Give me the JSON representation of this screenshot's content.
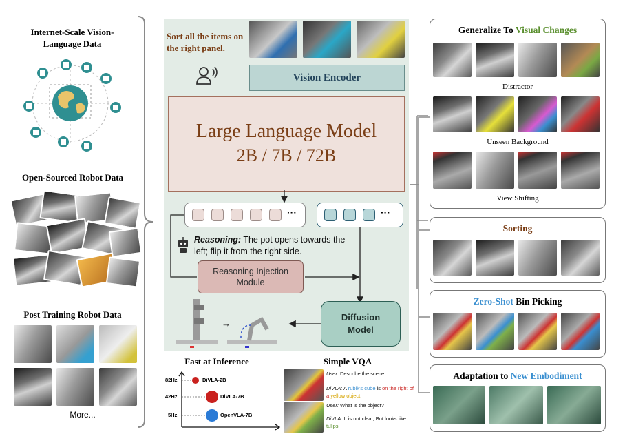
{
  "left": {
    "internet_title": "Internet-Scale Vision-Language Data",
    "open_title": "Open-Sourced Robot Data",
    "post_title": "Post Training Robot Data",
    "more": "More..."
  },
  "center": {
    "task_text": "Sort all the items on the right panel.",
    "vision_encoder": "Vision Encoder",
    "llm_title": "Large Language Model",
    "llm_sizes": "2B / 7B / 72B",
    "token_ellipsis": "···",
    "reasoning_label": "Reasoning:",
    "reasoning_text": "The pot opens towards the left; flip it from the right side.",
    "reasoning_injection": "Reasoning Injection Module",
    "diffusion_model": "Diffusion Model",
    "arrow_glyph": "→"
  },
  "inference": {
    "title": "Fast at Inference",
    "rows": [
      {
        "hz": "82Hz",
        "model": "DiVLA-2B"
      },
      {
        "hz": "42Hz",
        "model": "DiVLA-7B"
      },
      {
        "hz": "5Hz",
        "model": "OpenVLA-7B"
      }
    ],
    "colors": [
      "#c9211e",
      "#c9211e",
      "#2b7bd6"
    ]
  },
  "vqa": {
    "title": "Simple VQA",
    "q1_user": "User:",
    "q1_text": "Describe the scene",
    "a1_who": "DiVLA:",
    "a1_pre": "A",
    "a1_cube": "rubik's cube",
    "a1_is": "is",
    "a1_on": "on the right of a",
    "a1_yellow": "yellow object",
    "a1_end": ".",
    "q2_user": "User:",
    "q2_text": "What is the object?",
    "a2_who": "DiVLA:",
    "a2_text": "It is not clear, But looks like",
    "a2_tulips": "tulips",
    "a2_end": "."
  },
  "right": {
    "p1_title_a": "Generalize To",
    "p1_title_b": "Visual Changes",
    "distractor": "Distractor",
    "unseen_bg": "Unseen Background",
    "view_shift": "View Shifting",
    "sorting": "Sorting",
    "zs_a": "Zero-Shot",
    "zs_b": "Bin Picking",
    "adapt_a": "Adaptation to",
    "adapt_b": "New Embodiment"
  },
  "colors": {
    "brown": "#7a3e16",
    "green": "#5a8f2e",
    "blue": "#3a8fd0",
    "panel_bg": "#e3ece6",
    "llm_fill": "#efe1dc",
    "llm_border": "#a4705e",
    "encoder_fill": "#bcd6d3",
    "diffusion_fill": "#a9cfc4",
    "injection_fill": "#dbb9b5"
  }
}
